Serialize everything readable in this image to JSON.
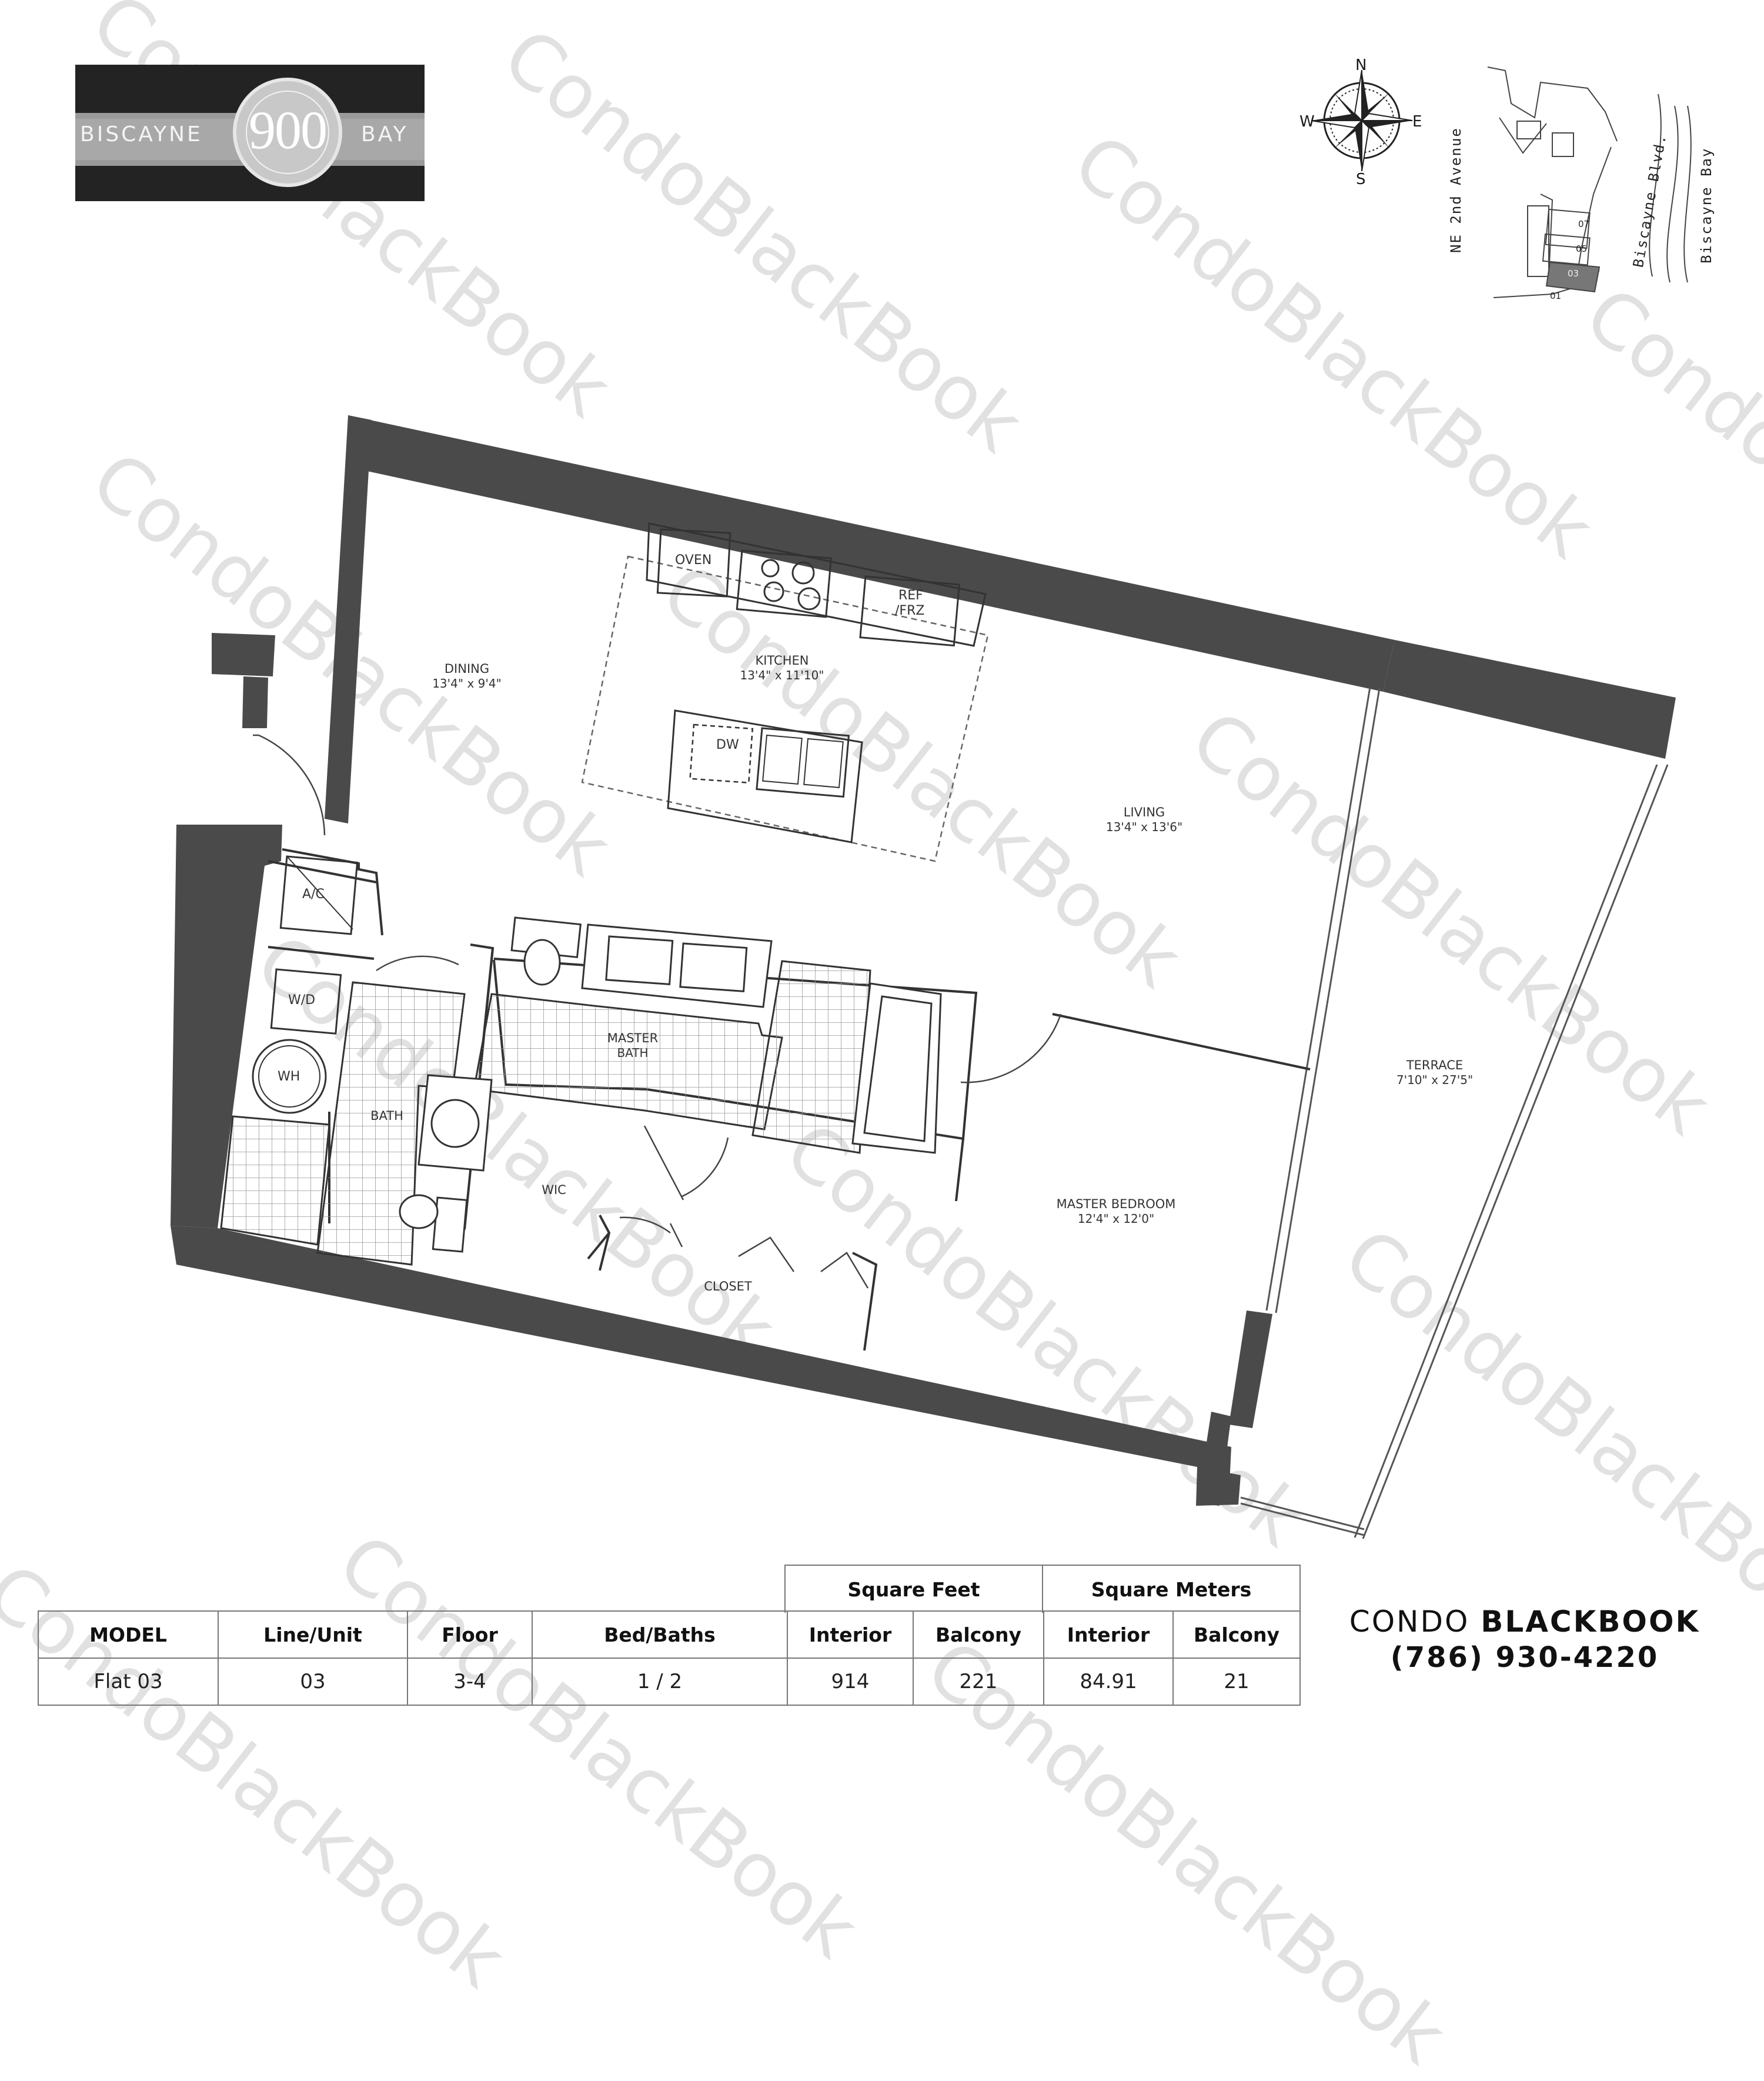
{
  "logo": {
    "left_word": "BISCAYNE",
    "number": "900",
    "right_word": "BAY"
  },
  "compass": {
    "north": "N",
    "south": "S",
    "east": "E",
    "west": "W"
  },
  "keyplan": {
    "street_west": "NE 2nd Avenue",
    "street_east": "Biscayne Blvd.",
    "water": "Biscayne Bay",
    "units": [
      "07",
      "05",
      "03",
      "01"
    ],
    "highlighted_unit": "03"
  },
  "rooms": {
    "dining": {
      "name": "DINING",
      "dim": "13'4\" x 9'4\""
    },
    "kitchen": {
      "name": "KITCHEN",
      "dim": "13'4\" x 11'10\""
    },
    "living": {
      "name": "LIVING",
      "dim": "13'4\" x 13'6\""
    },
    "terrace": {
      "name": "TERRACE",
      "dim": "7'10\" x 27'5\""
    },
    "master_bath": {
      "name": "MASTER",
      "name2": "BATH"
    },
    "bath": {
      "name": "BATH"
    },
    "wic": {
      "name": "WIC"
    },
    "closet": {
      "name": "CLOSET"
    },
    "master_bedroom": {
      "name": "MASTER BEDROOM",
      "dim": "12'4\" x 12'0\""
    }
  },
  "fixtures": {
    "oven": "OVEN",
    "ref": "REF",
    "ref2": "/FRZ",
    "dw": "DW",
    "ac": "A/C",
    "wd": "W/D",
    "wh": "WH"
  },
  "table": {
    "group_headers": [
      "Square Feet",
      "Square Meters"
    ],
    "headers": [
      "MODEL",
      "Line/Unit",
      "Floor",
      "Bed/Baths",
      "Interior",
      "Balcony",
      "Interior",
      "Balcony"
    ],
    "row": [
      "Flat 03",
      "03",
      "3-4",
      "1 / 2",
      "914",
      "221",
      "84.91",
      "21"
    ]
  },
  "brand": {
    "name_light": "CONDO",
    "name_bold": "BLACKBOOK",
    "phone": "(786) 930-4220"
  },
  "watermark": "CondoBlackBook"
}
